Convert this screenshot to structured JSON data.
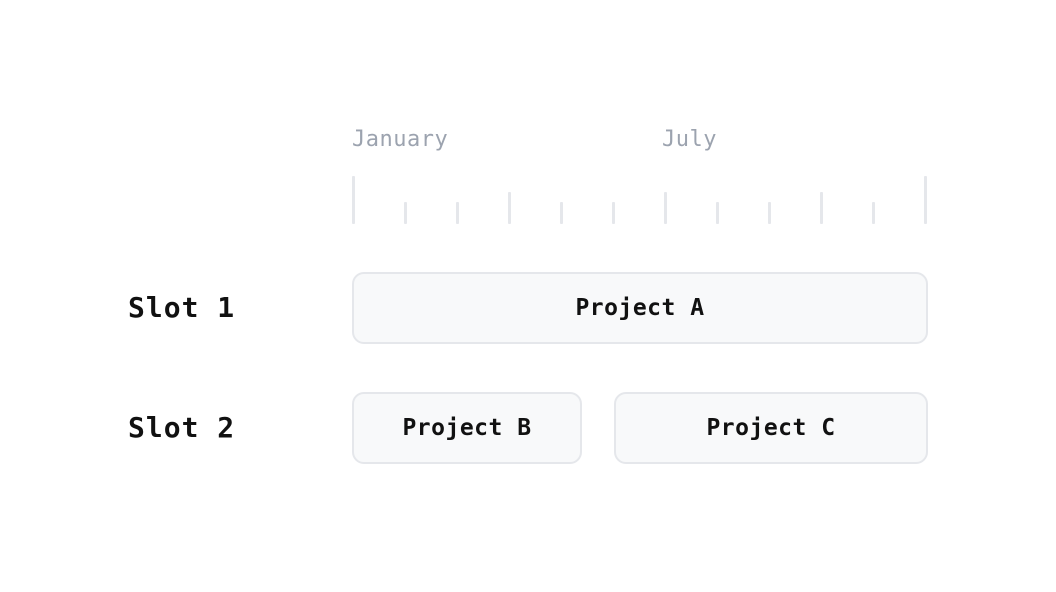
{
  "timeline": {
    "months": [
      "January",
      "July"
    ]
  },
  "rows": [
    {
      "label": "Slot 1",
      "bars": [
        "Project A"
      ]
    },
    {
      "label": "Slot 2",
      "bars": [
        "Project B",
        "Project C"
      ]
    }
  ]
}
